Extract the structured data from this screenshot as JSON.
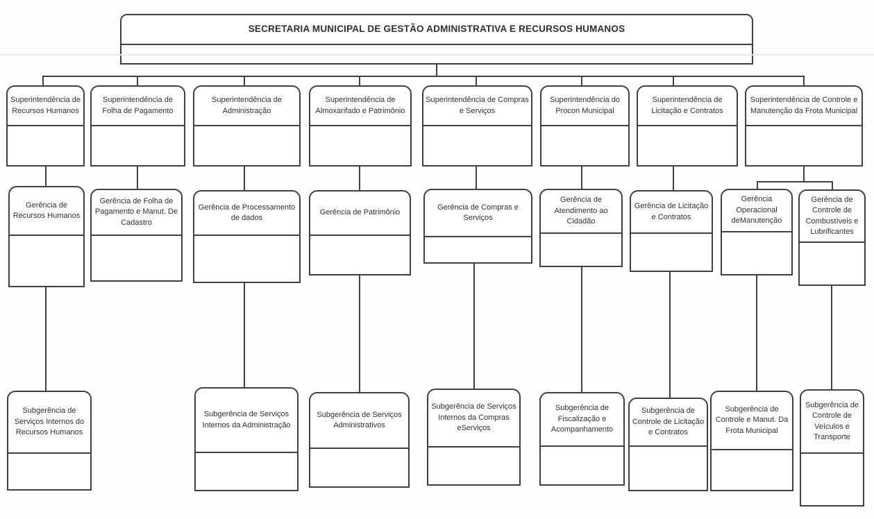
{
  "org": {
    "title": "SECRETARIA MUNICIPAL DE GESTÃO ADMINISTRATIVA E RECURSOS HUMANOS",
    "superintendencias": [
      "Superintendência de Recursos Humanos",
      "Superintendência de Folha de Pagamento",
      "Superintendência de Administração",
      "Superintendência de Almoxarifado e Patrimônio",
      "Superintendência de Compras e Serviços",
      "Superintendência do Procon Municipal",
      "Superintendência de Licitação e Contratos",
      "Superintendência de Controle e Manutenção da Frota Municipal"
    ],
    "gerencias": [
      "Gerência de Recursos Humanos",
      "Gerência de Folha de Pagamento e Manut. De Cadastro",
      "Gerência de Processamento de dados",
      "Gerência de Patrimônio",
      "Gerência de Compras e Serviços",
      "Gerência de Atendimento ao Cidadão",
      "Gerência de Licitação e Contratos",
      "Gerência Operacional deManutenção",
      "Gerência de Controle de Combustíveis e Lubrificantes"
    ],
    "subgerencias": [
      "Subgerência de Serviços Internos do Recursos Humanos",
      "Subgerência de Serviços Internos da Administração",
      "Subgerência de Serviços Administrativos",
      "Subgerência de Serviços Internos da Compras eServiços",
      "Subgerência de Fiscalização e Acompanhamento",
      "Subgerência de Controle de Licitação e Contratos",
      "Subgerência de Controle e Manut. Da Frota Municipal",
      "Subgerência de Controle de Veículos e Transporte"
    ]
  }
}
